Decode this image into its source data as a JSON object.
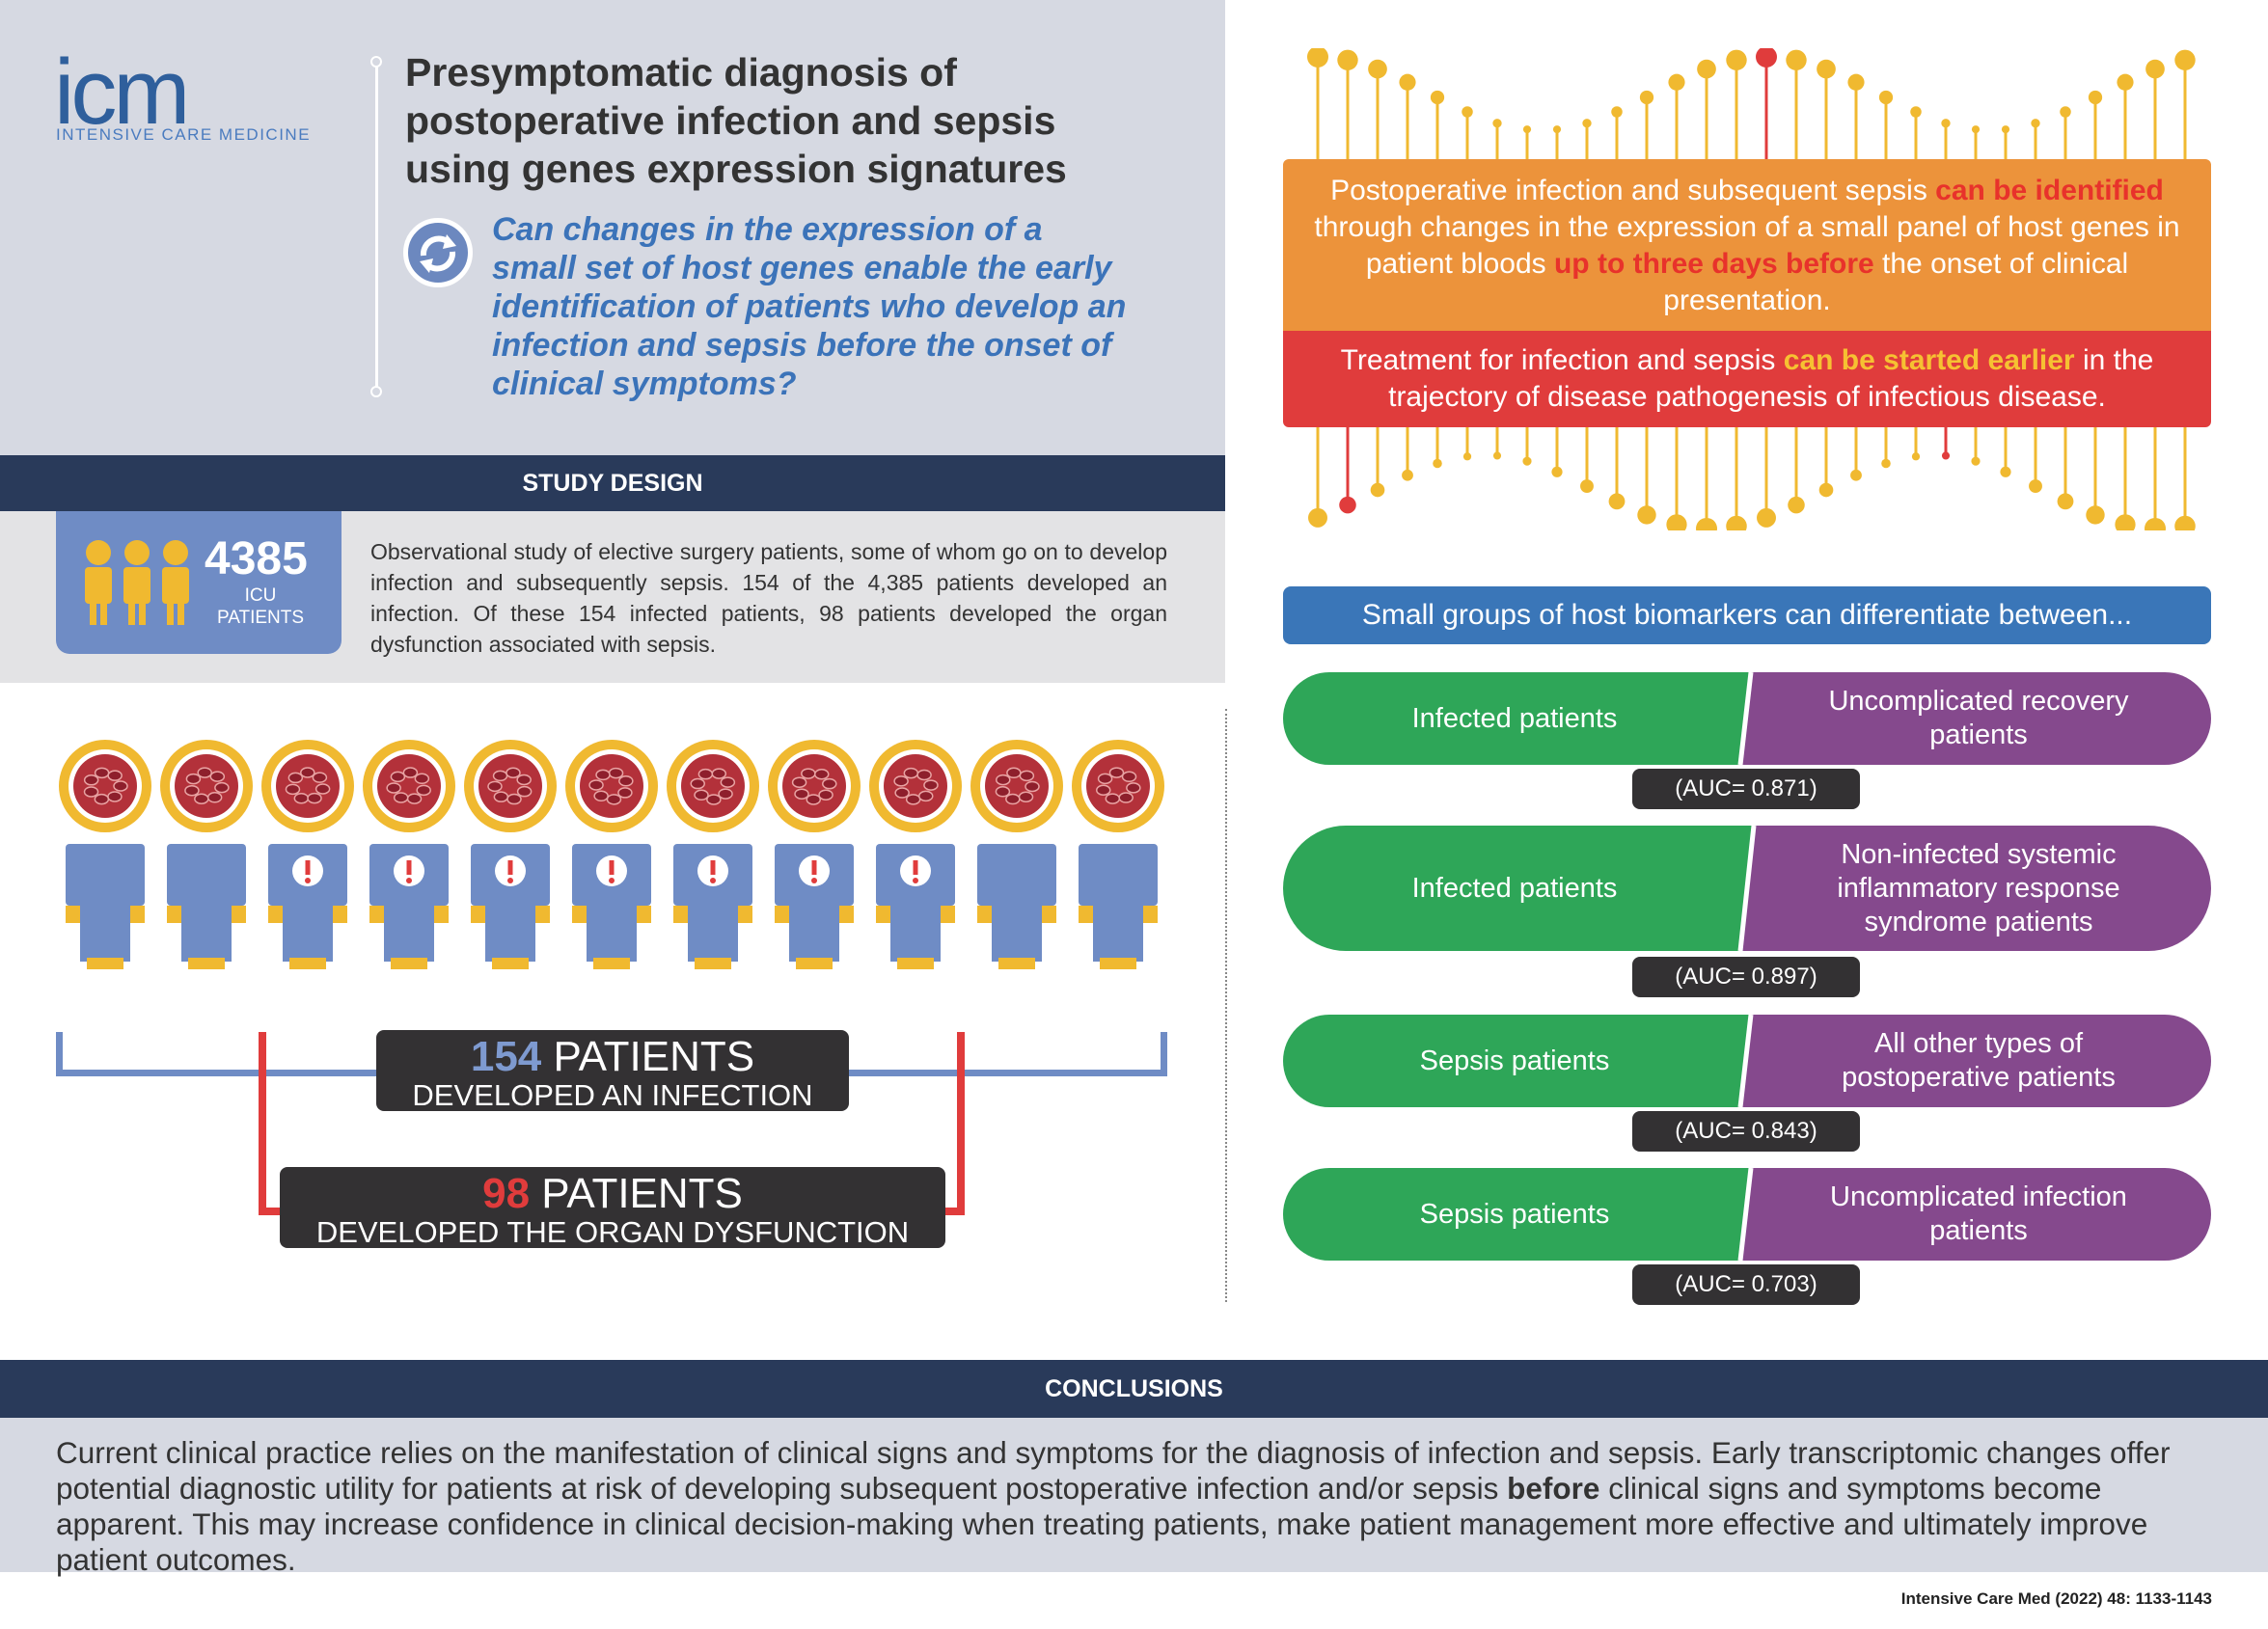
{
  "logo": {
    "name": "icm",
    "subtitle": "INTENSIVE CARE MEDICINE"
  },
  "title": "Presymptomatic diagnosis of postoperative infection and sepsis using genes expression signatures",
  "question": "Can changes in the expression of a small set of host genes enable the early identification of patients who develop an infection and sepsis before the onset of clinical symptoms?",
  "study_design": {
    "heading": "STUDY DESIGN",
    "count": "4385",
    "count_label_1": "ICU",
    "count_label_2": "PATIENTS",
    "text": "Observational study of elective surgery patients, some of whom go on to develop infection and subsequently sepsis. 154 of the 4,385 patients developed an infection. Of these 154 infected patients, 98 patients developed the organ dysfunction associated with sepsis."
  },
  "patients": {
    "total_figures": 11,
    "alert_indices": [
      2,
      3,
      4,
      5,
      6,
      7,
      8
    ],
    "infection_num": "154",
    "infection_label": "PATIENTS",
    "infection_sub": "DEVELOPED AN INFECTION",
    "dysfunction_num": "98",
    "dysfunction_label": "PATIENTS",
    "dysfunction_sub": "DEVELOPED THE ORGAN DYSFUNCTION"
  },
  "key_findings": {
    "orange_1": "Postoperative infection and subsequent sepsis ",
    "orange_hl_1": "can be identified",
    "orange_2": " through changes in the expression of a small panel of host genes in patient bloods ",
    "orange_hl_2": "up to three days before",
    "orange_3": " the onset of clinical presentation.",
    "red_1": "Treatment for infection and sepsis ",
    "red_hl": "can be started earlier",
    "red_2": " in the trajectory of disease pathogenesis of infectious disease."
  },
  "biomarkers": {
    "heading": "Small groups of host biomarkers can differentiate between...",
    "comparisons": [
      {
        "left": "Infected patients",
        "right": "Uncomplicated recovery patients",
        "auc": "(AUC= 0.871)"
      },
      {
        "left": "Infected patients",
        "right": "Non-infected systemic inflammatory response syndrome patients",
        "auc": "(AUC= 0.897)"
      },
      {
        "left": "Sepsis patients",
        "right": "All other types of postoperative patients",
        "auc": "(AUC= 0.843)"
      },
      {
        "left": "Sepsis patients",
        "right": "Uncomplicated infection patients",
        "auc": "(AUC= 0.703)"
      }
    ]
  },
  "conclusions": {
    "heading": "CONCLUSIONS",
    "text_1": "Current clinical practice relies on the manifestation of clinical signs and symptoms for the diagnosis of infection and sepsis. Early transcriptomic changes offer potential diagnostic utility for patients at risk of developing subsequent postoperative infection and/or sepsis ",
    "text_bold": "before",
    "text_2": " clinical signs and symptoms become apparent. This may increase confidence in clinical decision-making when treating patients, make patient management more effective and ultimately improve patient outcomes."
  },
  "citation": "Intensive Care Med (2022) 48: 1133-1143",
  "colors": {
    "navy": "#293a5a",
    "blue": "#6f8cc5",
    "green": "#2ea658",
    "purple": "#85498d",
    "orange": "#ec933b",
    "red": "#e03c3c",
    "gold": "#f0b930"
  }
}
